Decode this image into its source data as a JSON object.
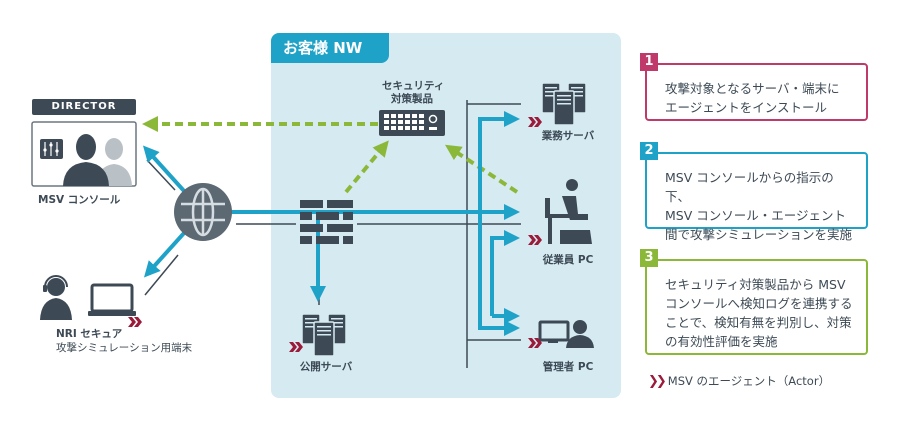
{
  "customer_network": {
    "tab_label": "お客様 NW",
    "panel_color": "#d6eaf2",
    "tab_color": "#1fa2c8"
  },
  "nodes": {
    "director_badge": "DIRECTOR",
    "msv_console": "MSV コンソール",
    "nri_secure_line1": "NRI セキュア",
    "nri_secure_line2": "攻撃シミュレーション用端末",
    "security_product_line1": "セキュリティ",
    "security_product_line2": "対策製品",
    "business_server": "業務サーバ",
    "employee_pc": "従業員 PC",
    "admin_pc": "管理者 PC",
    "public_server": "公開サーバ"
  },
  "steps": [
    {
      "number": "1",
      "color": "#c0396b",
      "lines": [
        "攻撃対象となるサーバ・端末に",
        "エージェントをインストール"
      ]
    },
    {
      "number": "2",
      "color": "#1fa2c8",
      "lines": [
        "MSV コンソールからの指示の下、",
        "MSV コンソール・エージェント",
        "間で攻撃シミュレーションを実施"
      ]
    },
    {
      "number": "3",
      "color": "#8cb83a",
      "lines": [
        "セキュリティ対策製品から MSV",
        "コンソールへ検知ログを連携する",
        "ことで、検知有無を判別し、対策",
        "の有効性評価を実施"
      ]
    }
  ],
  "legend": {
    "icon": "double-chevron-icon",
    "label": "MSV のエージェント（Actor）"
  },
  "colors": {
    "attack_flow": "#1fa2c8",
    "log_flow": "#8cb83a",
    "agent_marker": "#9b1b3a",
    "icon_dark": "#3d4a55",
    "icon_light": "#b9c0c6"
  }
}
